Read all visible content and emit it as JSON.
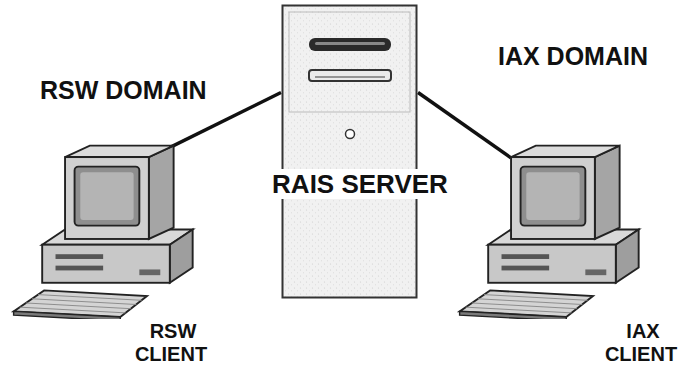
{
  "diagram": {
    "nodes": [
      {
        "text": [
          "RAIS SERVER"
        ]
      },
      {
        "text": [
          "RSW CLIENT"
        ]
      },
      {
        "text": [
          "IAX CLIENT"
        ]
      }
    ],
    "edges": [
      {
        "from": 0,
        "to": 1,
        "arrow": "none"
      },
      {
        "from": 0,
        "to": 2,
        "arrow": "none"
      }
    ],
    "labels": [
      "RSW DOMAIN",
      "IAX DOMAIN"
    ]
  }
}
